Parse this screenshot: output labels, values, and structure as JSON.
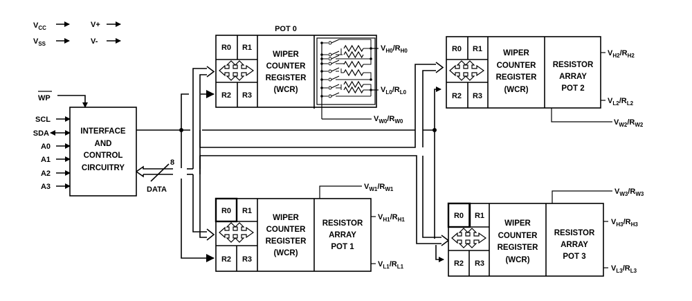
{
  "legend": [
    {
      "from_main": "V",
      "from_sub": "CC",
      "to": "V+"
    },
    {
      "from_main": "V",
      "from_sub": "SS",
      "to": "V-"
    }
  ],
  "interface": {
    "title_lines": [
      "INTERFACE",
      "AND",
      "CONTROL",
      "CIRCUITRY"
    ],
    "wp_label": "WP",
    "pins": [
      "SCL",
      "SDA",
      "A0",
      "A1",
      "A2",
      "A3"
    ],
    "bus_width": "8",
    "bus_label": "DATA"
  },
  "pots": [
    {
      "id": "pot0",
      "title": "POT 0",
      "registers": [
        "R0",
        "R1",
        "R2",
        "R3"
      ],
      "wcr_lines": [
        "WIPER",
        "COUNTER",
        "REGISTER",
        "(WCR)"
      ],
      "array_lines": [],
      "terminals": {
        "h": {
          "v": "V",
          "vs": "H0",
          "r": "R",
          "rs": "H0"
        },
        "l": {
          "v": "V",
          "vs": "L0",
          "r": "R",
          "rs": "L0"
        },
        "w": {
          "v": "V",
          "vs": "W0",
          "r": "R",
          "rs": "W0"
        }
      }
    },
    {
      "id": "pot1",
      "title": "",
      "registers": [
        "R0",
        "R1",
        "R2",
        "R3"
      ],
      "wcr_lines": [
        "WIPER",
        "COUNTER",
        "REGISTER",
        "(WCR)"
      ],
      "array_lines": [
        "RESISTOR",
        "ARRAY",
        "POT 1"
      ],
      "terminals": {
        "h": {
          "v": "V",
          "vs": "H1",
          "r": "R",
          "rs": "H1"
        },
        "l": {
          "v": "V",
          "vs": "L1",
          "r": "R",
          "rs": "L1"
        },
        "w": {
          "v": "V",
          "vs": "W1",
          "r": "R",
          "rs": "W1"
        }
      }
    },
    {
      "id": "pot2",
      "title": "",
      "registers": [
        "R0",
        "R1",
        "R2",
        "R3"
      ],
      "wcr_lines": [
        "WIPER",
        "COUNTER",
        "REGISTER",
        "(WCR)"
      ],
      "array_lines": [
        "RESISTOR",
        "ARRAY",
        "POT 2"
      ],
      "terminals": {
        "h": {
          "v": "V",
          "vs": "H2",
          "r": "R",
          "rs": "H2"
        },
        "l": {
          "v": "V",
          "vs": "L2",
          "r": "R",
          "rs": "L2"
        },
        "w": {
          "v": "V",
          "vs": "W2",
          "r": "R",
          "rs": "W2"
        }
      }
    },
    {
      "id": "pot3",
      "title": "",
      "registers": [
        "R0",
        "R1",
        "R2",
        "R3"
      ],
      "wcr_lines": [
        "WIPER",
        "COUNTER",
        "REGISTER",
        "(WCR)"
      ],
      "array_lines": [
        "RESISTOR",
        "ARRAY",
        "POT 3"
      ],
      "terminals": {
        "h": {
          "v": "V",
          "vs": "H3",
          "r": "R",
          "rs": "H3"
        },
        "l": {
          "v": "V",
          "vs": "L3",
          "r": "R",
          "rs": "L3"
        },
        "w": {
          "v": "V",
          "vs": "W3",
          "r": "R",
          "rs": "W3"
        }
      }
    }
  ]
}
